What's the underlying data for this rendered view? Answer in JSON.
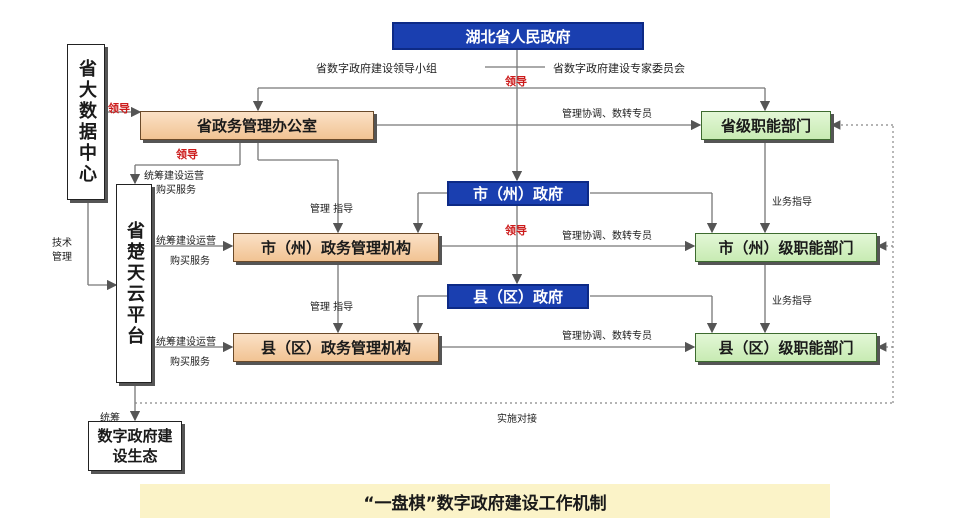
{
  "nodes": {
    "hubei_gov": "湖北省人民政府",
    "leading_group": "省数字政府建设领导小组",
    "expert_committee": "省数字政府建设专家委员会",
    "big_data_center": "省大数据中心",
    "prov_office": "省政务管理办公室",
    "prov_depts": "省级职能部门",
    "city_gov": "市（州）政府",
    "city_agency": "市（州）政务管理机构",
    "city_depts": "市（州）级职能部门",
    "county_gov": "县（区）政府",
    "county_agency": "县（区）政务管理机构",
    "county_depts": "县（区）级职能部门",
    "chutian_cloud": "省楚天云平台",
    "ecosystem": "数字政府建设生态"
  },
  "labels": {
    "lead_1": "领导",
    "lead_2": "领导",
    "lead_3": "领导",
    "lead_4": "领导",
    "coord_1": "管理协调、数转专员",
    "coord_2": "管理协调、数转专员",
    "coord_3": "管理协调、数转专员",
    "guide_1": "管理 指导",
    "guide_2": "管理 指导",
    "biz_1": "业务指导",
    "biz_2": "业务指导",
    "ops_1a": "统筹建设运营",
    "ops_1b": "购买服务",
    "ops_2a": "统筹建设运营",
    "ops_2b": "购买服务",
    "ops_3a": "统筹建设运营",
    "ops_3b": "购买服务",
    "tech_mgmt": "技术\n管理",
    "overall": "统筹",
    "docking": "实施对接"
  },
  "title": "“一盘棋”数字政府建设工作机制",
  "colors": {
    "blue": "#1a3fb0",
    "orange": "#f1c393",
    "green": "#c8ebb3",
    "red": "#cc1a1a",
    "title_bg": "#fbf3c8"
  }
}
